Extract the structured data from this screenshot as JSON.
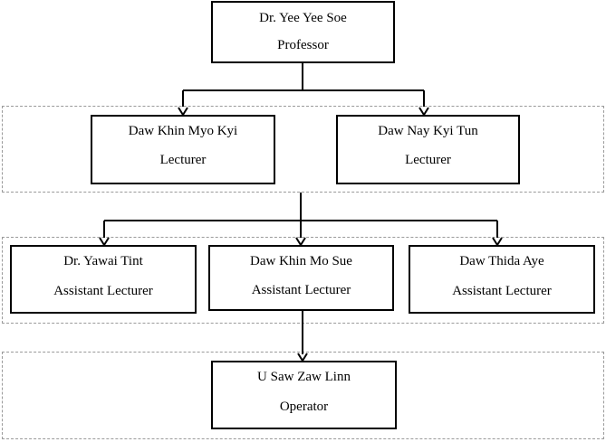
{
  "nodes": {
    "professor": {
      "name": "Dr. Yee Yee Soe",
      "role": "Professor"
    },
    "lecturer_1": {
      "name": "Daw Khin Myo Kyi",
      "role": "Lecturer"
    },
    "lecturer_2": {
      "name": "Daw Nay Kyi Tun",
      "role": "Lecturer"
    },
    "assistant_1": {
      "name": "Dr. Yawai Tint",
      "role": "Assistant Lecturer"
    },
    "assistant_2": {
      "name": "Daw Khin Mo Sue",
      "role": "Assistant Lecturer"
    },
    "assistant_3": {
      "name": "Daw Thida Aye",
      "role": "Assistant Lecturer"
    },
    "operator": {
      "name": "U Saw Zaw Linn",
      "role": "Operator"
    }
  },
  "colors": {
    "box_border": "#000000",
    "group_border": "#9a9a9a",
    "connector": "#000000",
    "background": "#ffffff"
  }
}
